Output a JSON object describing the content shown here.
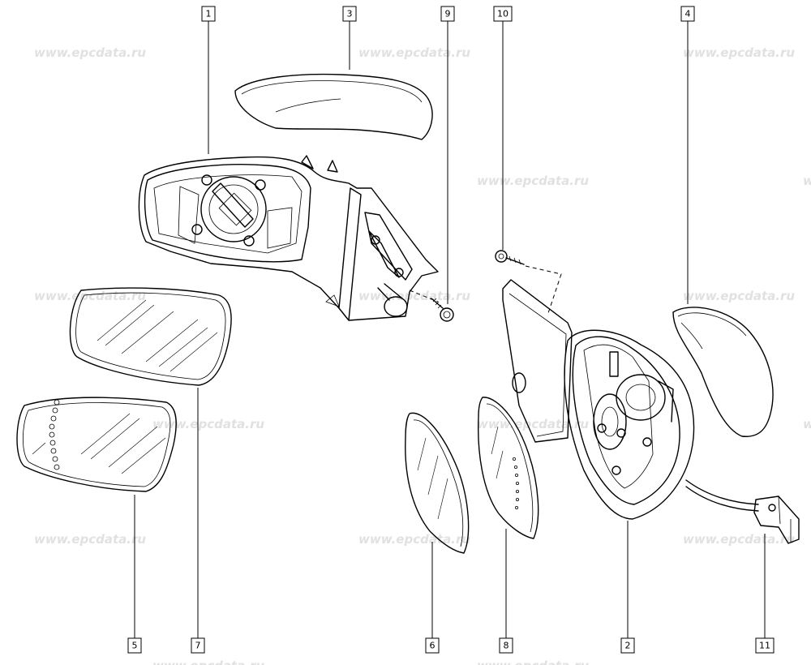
{
  "watermark": "www.epcdata.ru",
  "callouts": [
    {
      "id": "1",
      "label": "1"
    },
    {
      "id": "3",
      "label": "3"
    },
    {
      "id": "9",
      "label": "9"
    },
    {
      "id": "10",
      "label": "10"
    },
    {
      "id": "4",
      "label": "4"
    },
    {
      "id": "5",
      "label": "5"
    },
    {
      "id": "7",
      "label": "7"
    },
    {
      "id": "6",
      "label": "6"
    },
    {
      "id": "8",
      "label": "8"
    },
    {
      "id": "2",
      "label": "2"
    },
    {
      "id": "11",
      "label": "11"
    }
  ]
}
